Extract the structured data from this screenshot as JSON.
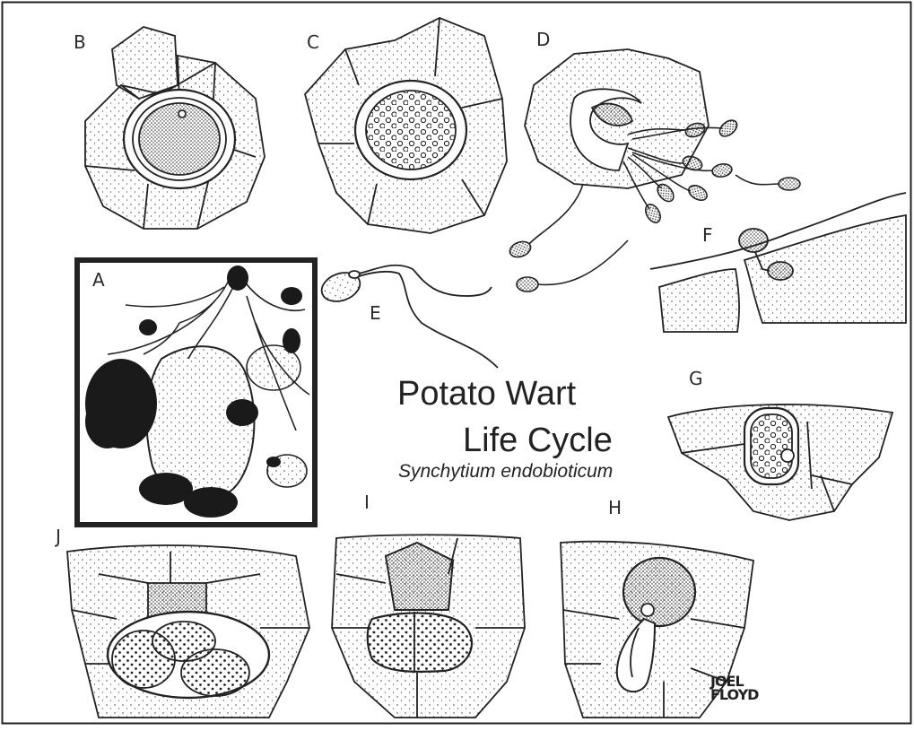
{
  "title": {
    "line1": "Potato Wart",
    "line2": "Life Cycle",
    "scientific_name": "Synchytium endobioticum"
  },
  "panels": [
    {
      "id": "A",
      "label": "A"
    },
    {
      "id": "B",
      "label": "B"
    },
    {
      "id": "C",
      "label": "C"
    },
    {
      "id": "D",
      "label": "D"
    },
    {
      "id": "E",
      "label": "E"
    },
    {
      "id": "F",
      "label": "F"
    },
    {
      "id": "G",
      "label": "G"
    },
    {
      "id": "H",
      "label": "H"
    },
    {
      "id": "I",
      "label": "I"
    },
    {
      "id": "J",
      "label": "J"
    }
  ],
  "signature": {
    "line1": "JOEL",
    "line2": "FLOYD"
  }
}
